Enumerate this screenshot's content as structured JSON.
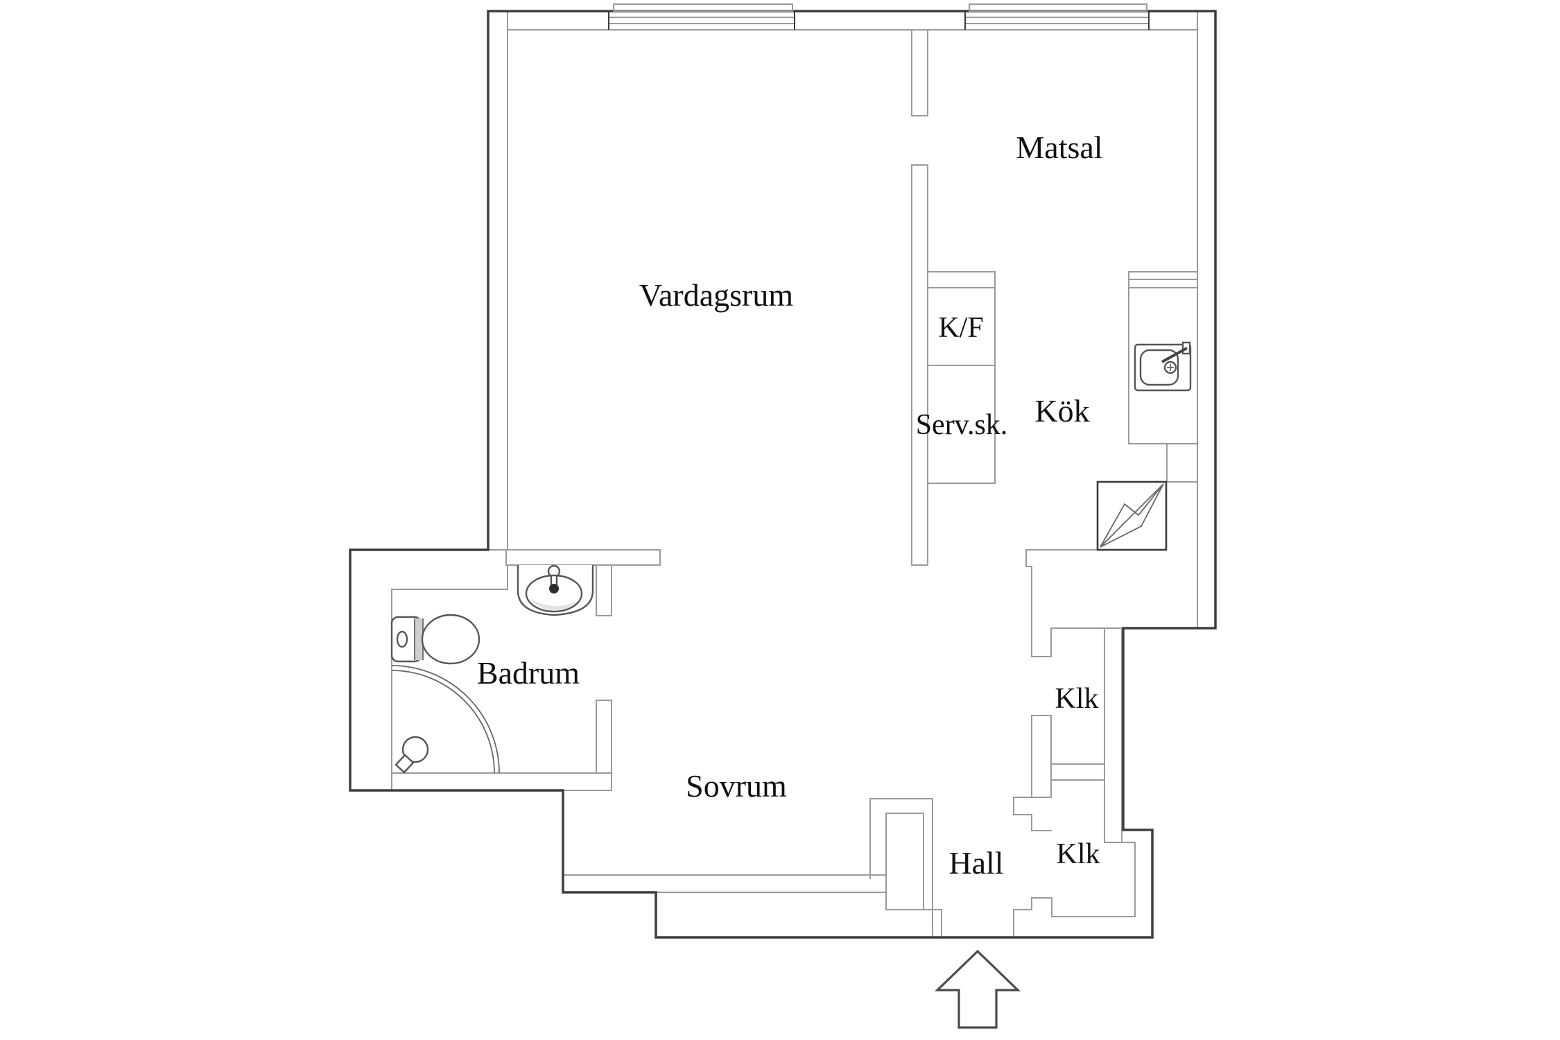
{
  "plan": {
    "type": "apartment-floor-plan",
    "language": "Swedish",
    "colors": {
      "background": "#ffffff",
      "outer_wall": "#3d3d3d",
      "inner_wall": "#9a9a9a",
      "label_text": "#111111"
    },
    "rooms": {
      "vardagsrum": {
        "label": "Vardagsrum"
      },
      "matsal": {
        "label": "Matsal"
      },
      "kok": {
        "label": "Kök"
      },
      "kf_closet": {
        "label": "K/F"
      },
      "serv_sk": {
        "label": "Serv.sk."
      },
      "badrum": {
        "label": "Badrum"
      },
      "sovrum": {
        "label": "Sovrum"
      },
      "hall": {
        "label": "Hall"
      },
      "klk_upper": {
        "label": "Klk"
      },
      "klk_lower": {
        "label": "Klk"
      }
    },
    "fixtures": [
      "toilet-icon",
      "bathroom-sink-icon",
      "shower-icon",
      "kitchen-sink-icon",
      "electrical-panel-icon",
      "window-icon-left",
      "window-icon-right",
      "entrance-arrow-icon"
    ]
  }
}
